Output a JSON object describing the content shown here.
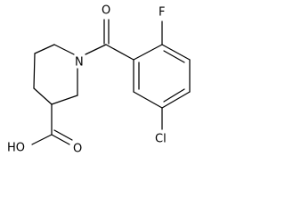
{
  "structure": {
    "atoms": {
      "n": "N",
      "o_carbonyl": "O",
      "f": "F",
      "cl": "Cl",
      "o_acid": "O",
      "oh": "HO"
    }
  }
}
